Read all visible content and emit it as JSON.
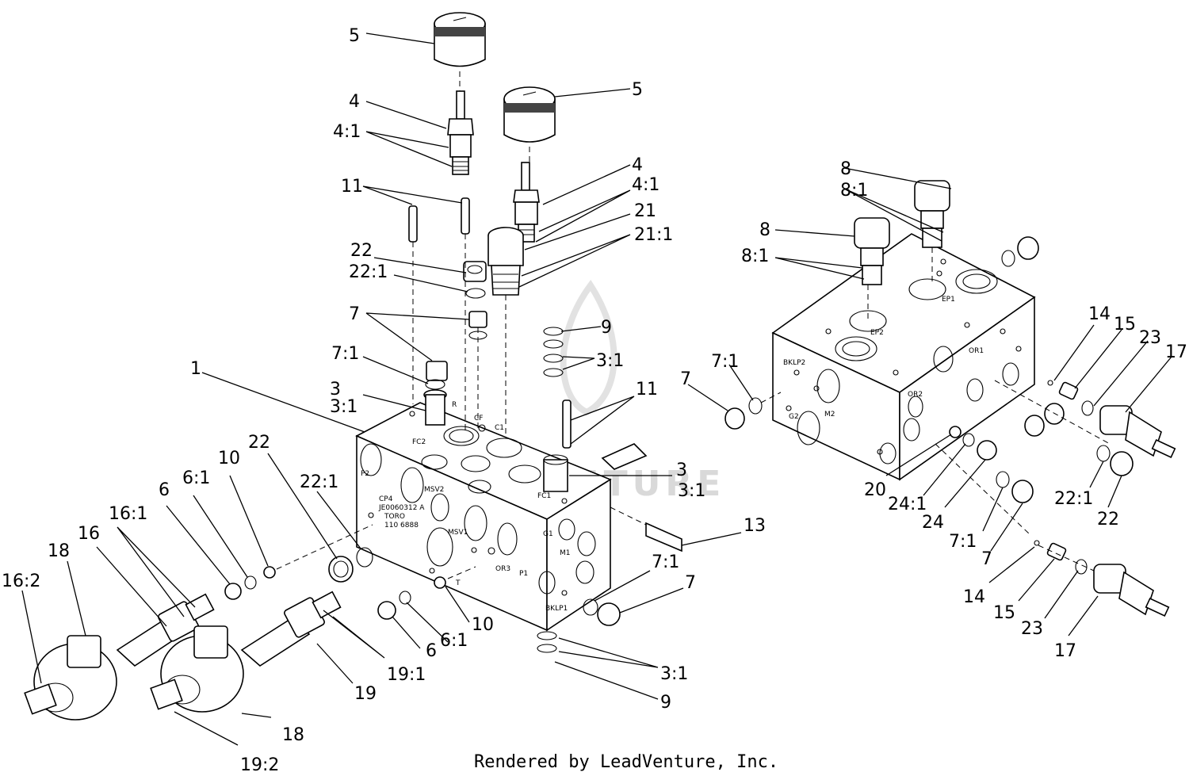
{
  "diagram": {
    "footer": "Rendered by LeadVenture, Inc.",
    "watermark": "LEADVENTURE",
    "labels": [
      {
        "text": "5"
      },
      {
        "text": "4"
      },
      {
        "text": "4:1"
      },
      {
        "text": "5"
      },
      {
        "text": "4"
      },
      {
        "text": "4:1"
      },
      {
        "text": "21"
      },
      {
        "text": "21:1"
      },
      {
        "text": "11"
      },
      {
        "text": "22"
      },
      {
        "text": "22:1"
      },
      {
        "text": "7"
      },
      {
        "text": "7:1"
      },
      {
        "text": "9"
      },
      {
        "text": "3:1"
      },
      {
        "text": "3"
      },
      {
        "text": "3:1"
      },
      {
        "text": "1"
      },
      {
        "text": "11"
      },
      {
        "text": "3"
      },
      {
        "text": "3:1"
      },
      {
        "text": "22"
      },
      {
        "text": "22:1"
      },
      {
        "text": "10"
      },
      {
        "text": "6:1"
      },
      {
        "text": "6"
      },
      {
        "text": "16:1"
      },
      {
        "text": "16"
      },
      {
        "text": "18"
      },
      {
        "text": "16:2"
      },
      {
        "text": "13"
      },
      {
        "text": "7:1"
      },
      {
        "text": "7"
      },
      {
        "text": "10"
      },
      {
        "text": "6:1"
      },
      {
        "text": "6"
      },
      {
        "text": "19:1"
      },
      {
        "text": "19"
      },
      {
        "text": "18"
      },
      {
        "text": "19:2"
      },
      {
        "text": "3:1"
      },
      {
        "text": "9"
      },
      {
        "text": "8"
      },
      {
        "text": "8:1"
      },
      {
        "text": "8"
      },
      {
        "text": "8:1"
      },
      {
        "text": "7:1"
      },
      {
        "text": "7"
      },
      {
        "text": "14"
      },
      {
        "text": "15"
      },
      {
        "text": "23"
      },
      {
        "text": "17"
      },
      {
        "text": "20"
      },
      {
        "text": "24:1"
      },
      {
        "text": "24"
      },
      {
        "text": "7:1"
      },
      {
        "text": "7"
      },
      {
        "text": "22:1"
      },
      {
        "text": "22"
      },
      {
        "text": "14"
      },
      {
        "text": "15"
      },
      {
        "text": "23"
      },
      {
        "text": "17"
      }
    ],
    "port_markings": {
      "left_block": [
        "FC2",
        "R",
        "CF",
        "C1",
        "FC1",
        "MSV2",
        "MSV1",
        "CP4",
        "JE0060312 A",
        "TORO",
        "110 6888",
        "P2",
        "G1",
        "M1",
        "OR3",
        "P1",
        "BKLP1",
        "T"
      ],
      "right_block": [
        "EP1",
        "EP2",
        "BKLP2",
        "G2",
        "M2",
        "OR2",
        "OR1"
      ]
    }
  }
}
